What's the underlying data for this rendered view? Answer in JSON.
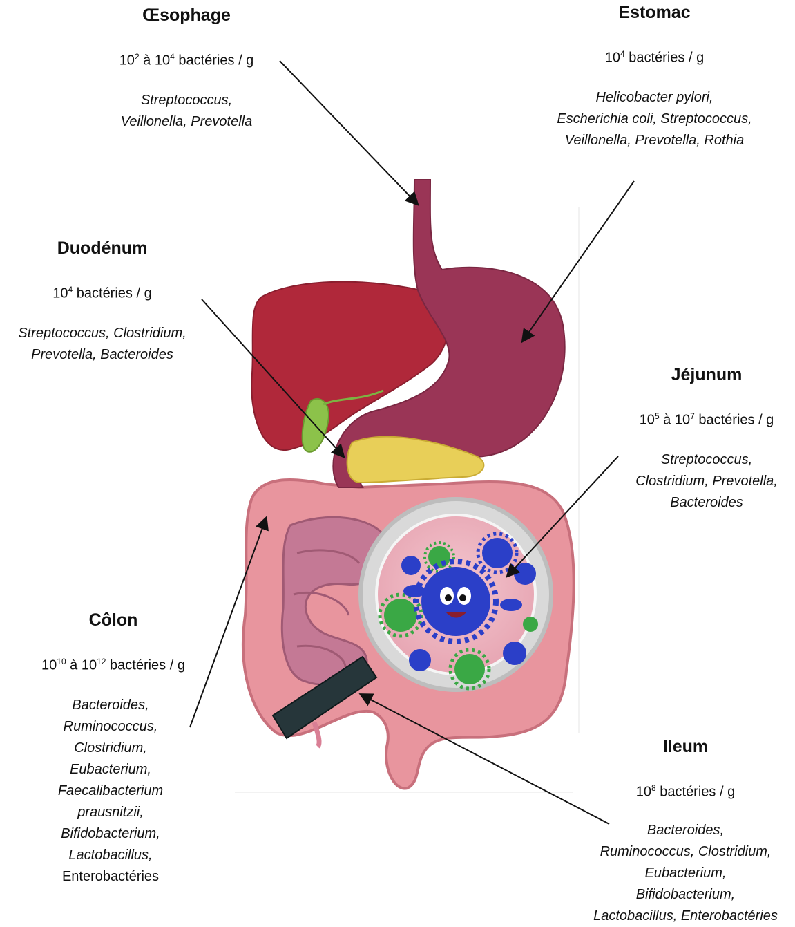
{
  "regions": {
    "oesophage": {
      "title": "Œsophage",
      "count": {
        "pre": "10",
        "exp1": "2",
        "mid": " à 10",
        "exp2": "4",
        "post": " bactéries / g"
      },
      "species": [
        "Streptococcus,",
        "Veillonella, Prevotella"
      ]
    },
    "estomac": {
      "title": "Estomac",
      "count": {
        "pre": "10",
        "exp1": "4",
        "mid": "",
        "exp2": "",
        "post": " bactéries / g"
      },
      "species": [
        "Helicobacter pylori,",
        "Escherichia coli, Streptococcus,",
        "Veillonella, Prevotella, Rothia"
      ]
    },
    "duodenum": {
      "title": "Duodénum",
      "count": {
        "pre": "10",
        "exp1": "4",
        "mid": "",
        "exp2": "",
        "post": " bactéries / g"
      },
      "species": [
        "Streptococcus, Clostridium,",
        "Prevotella, Bacteroides"
      ]
    },
    "jejunum": {
      "title": "Jéjunum",
      "count": {
        "pre": "10",
        "exp1": "5",
        "mid": " à 10",
        "exp2": "7",
        "post": " bactéries / g"
      },
      "species": [
        "Streptococcus,",
        "Clostridium, Prevotella,",
        "Bacteroides"
      ]
    },
    "colon": {
      "title": "Côlon",
      "count": {
        "pre": "10",
        "exp1": "10",
        "mid": " à 10",
        "exp2": "12",
        "post": " bactéries / g"
      },
      "species": [
        "Bacteroides,",
        "Ruminococcus,",
        "Clostridium,",
        "Eubacterium,",
        "Faecalibacterium",
        "prausnitzii,",
        "Bifidobacterium,",
        "Lactobacillus,"
      ],
      "species_plain": "Enterobactéries"
    },
    "ileum": {
      "title": "Ileum",
      "count": {
        "pre": "10",
        "exp1": "8",
        "mid": "",
        "exp2": "",
        "post": " bactéries / g"
      },
      "species": [
        "Bacteroides,",
        "Ruminococcus, Clostridium,",
        "Eubacterium,",
        "Bifidobacterium,",
        "Lactobacillus, Enterobactéries"
      ]
    }
  },
  "colors": {
    "liver": "#b0283a",
    "stomach": "#9a3556",
    "gallbladder": "#8cc24a",
    "pancreas": "#e8cf58",
    "colon": "#e08d96",
    "small_intestine": "#c8798f",
    "bacteria_blue": "#2b3fc8",
    "bacteria_green": "#3aa845",
    "arrow": "#111111"
  }
}
